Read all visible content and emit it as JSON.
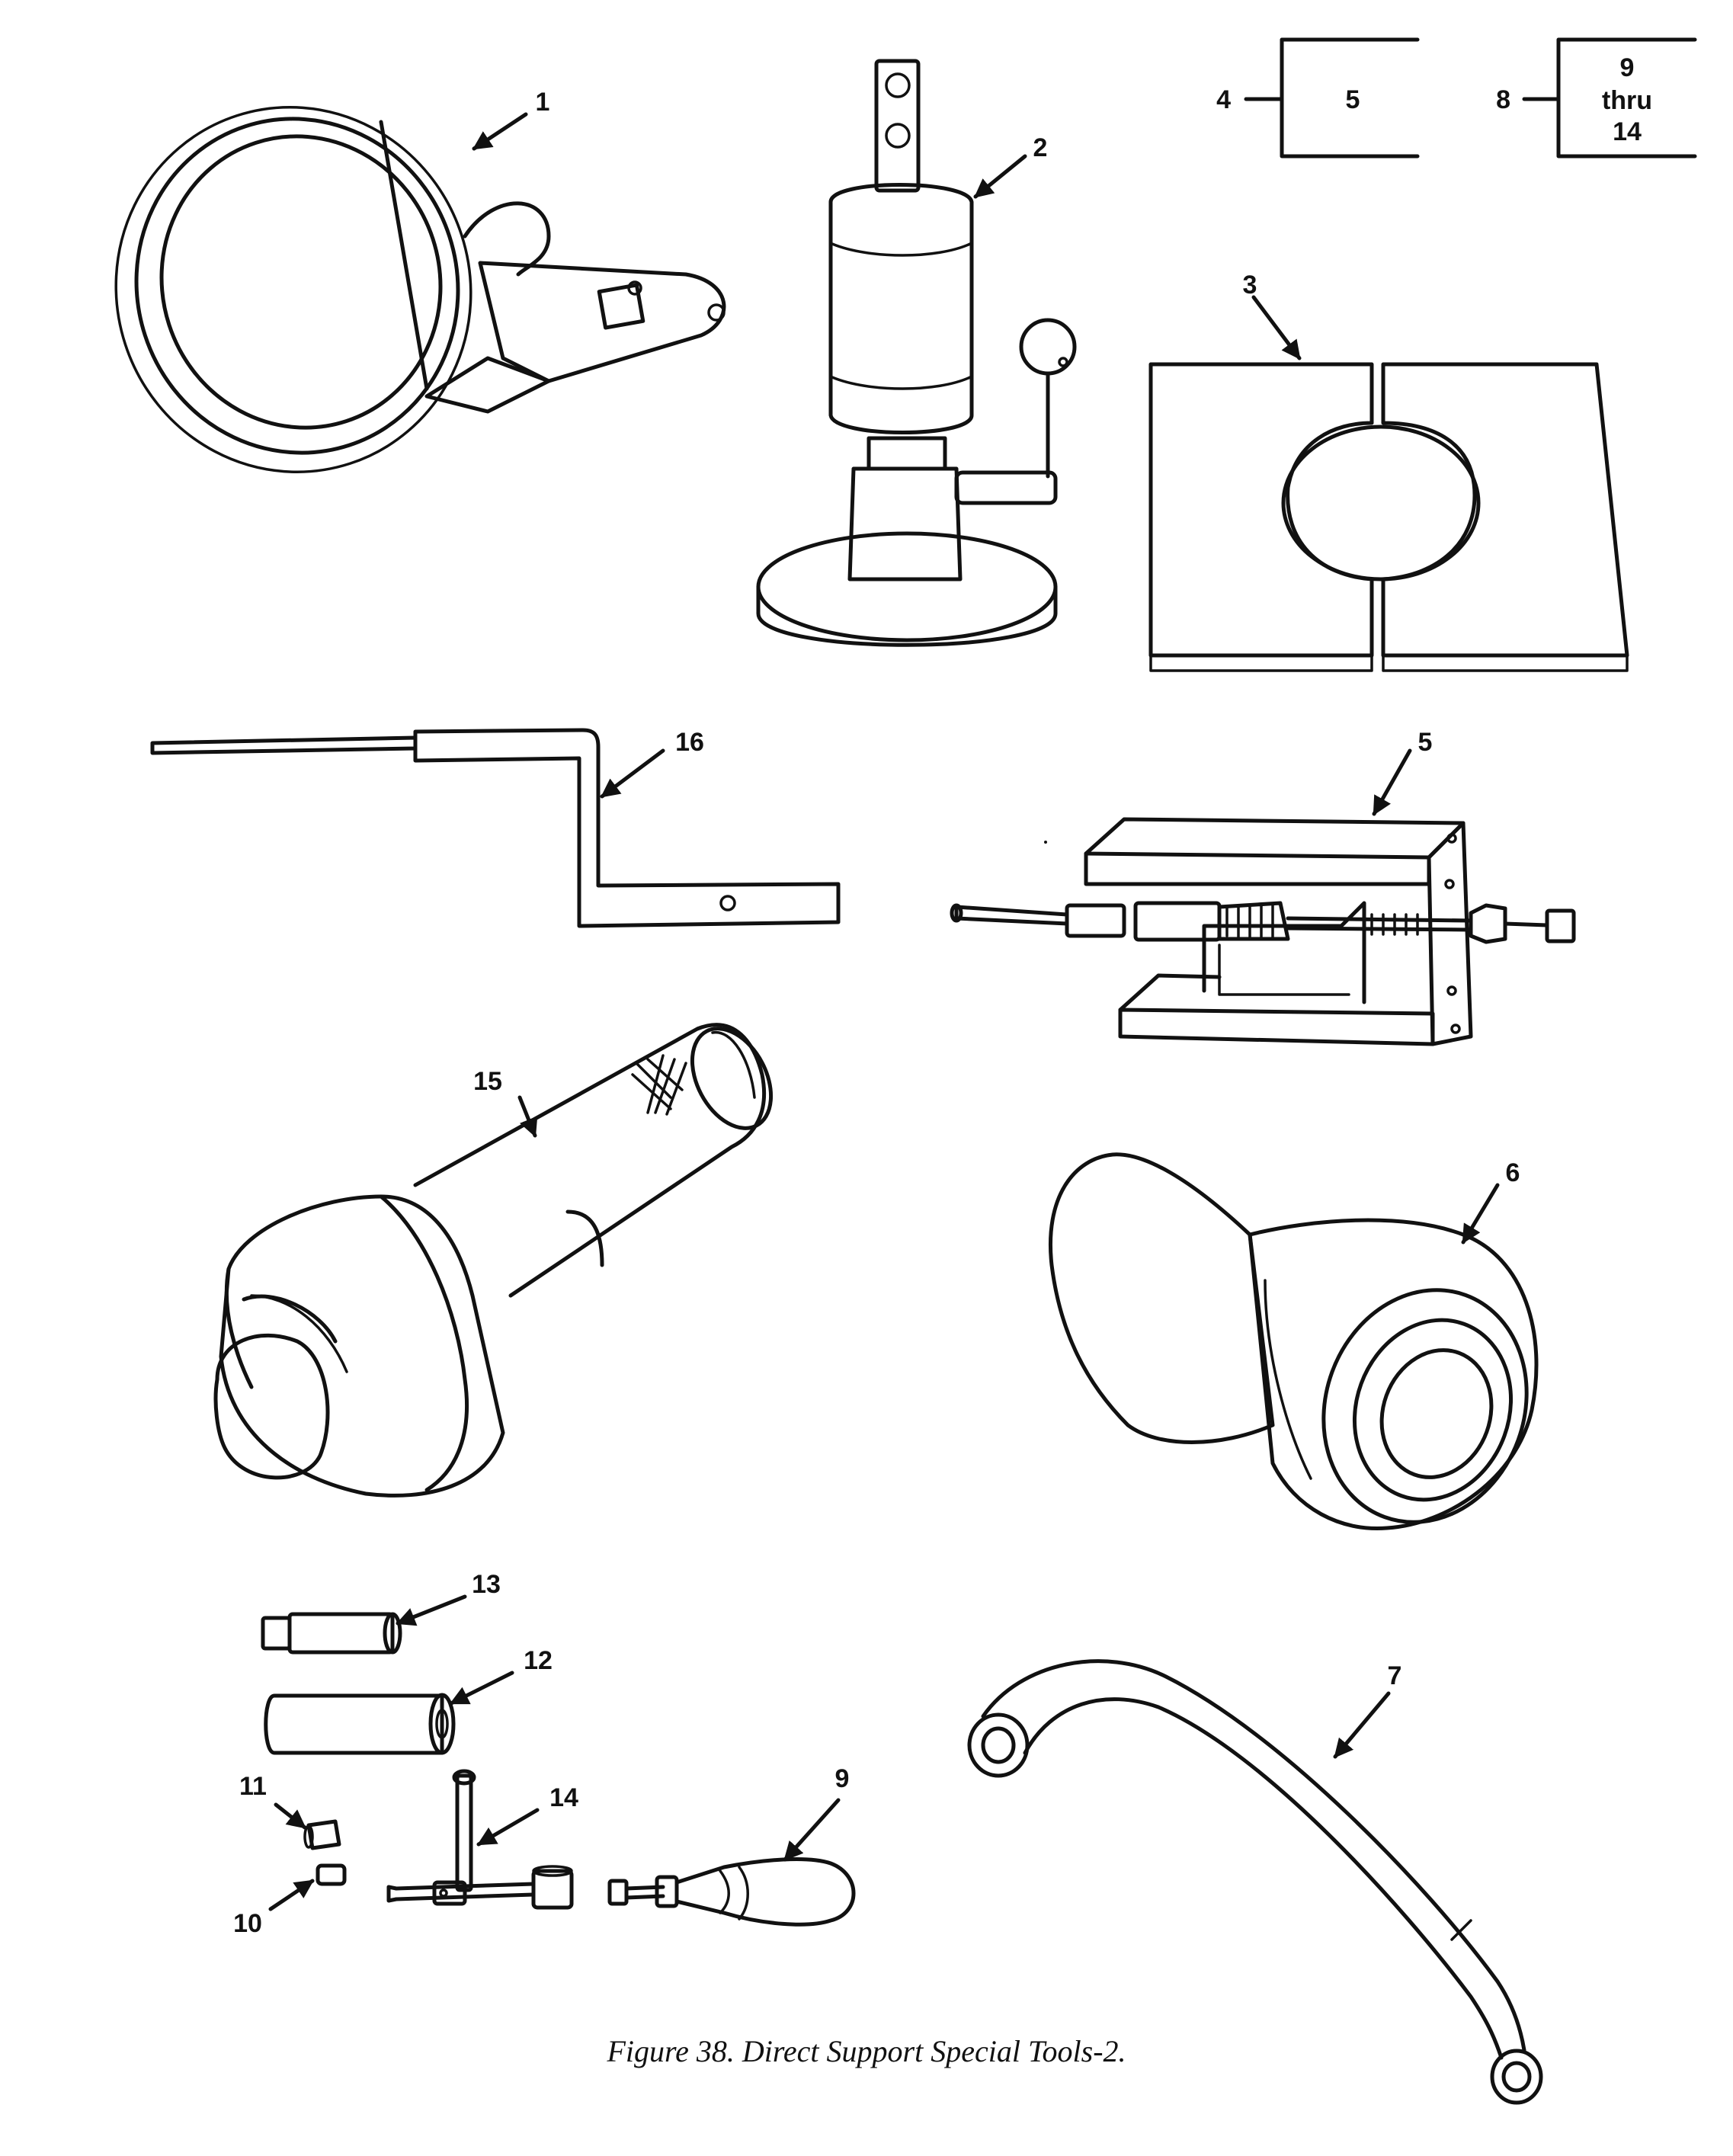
{
  "figure": {
    "caption": "Figure 38. Direct Support Special Tools-2.",
    "callouts": {
      "c1": "1",
      "c2": "2",
      "c3": "3",
      "c4": "4",
      "c5": "5",
      "c6": "6",
      "c7": "7",
      "c8": "8",
      "c9": "9",
      "c10": "10",
      "c11": "11",
      "c12": "12",
      "c13": "13",
      "c14": "14",
      "c15": "15",
      "c16": "16"
    },
    "legend_boxes": [
      {
        "lead": "4",
        "lines": [
          "5"
        ]
      },
      {
        "lead": "8",
        "lines": [
          "9",
          "thru",
          "14"
        ]
      }
    ]
  },
  "colors": {
    "ink": "#111111",
    "paper": "#ffffff"
  }
}
